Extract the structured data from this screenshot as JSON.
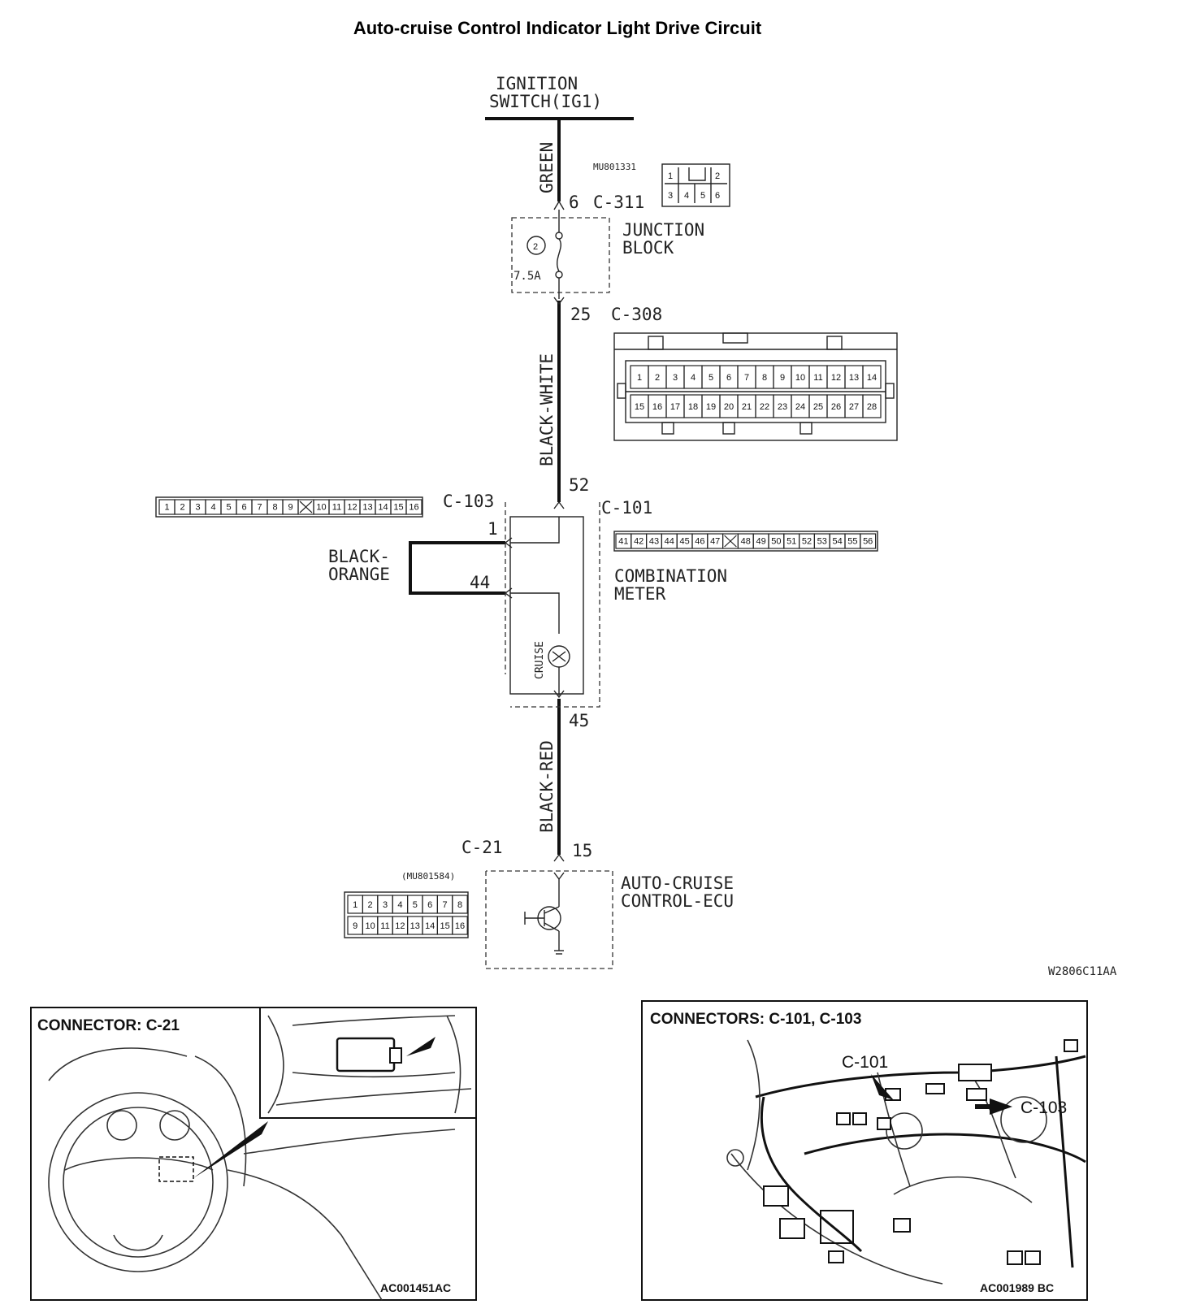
{
  "title": "Auto-cruise Control Indicator Light Drive Circuit",
  "ignition": {
    "line1": "IGNITION",
    "line2": "SWITCH(IG1)"
  },
  "wires": {
    "green": "GREEN",
    "black_white": "BLACK-WHITE",
    "black_orange_1": "BLACK-",
    "black_orange_2": "ORANGE",
    "black_red": "BLACK-RED"
  },
  "connectors": {
    "c311": {
      "pin": "6",
      "name": "C-311",
      "part": "MU801331",
      "pins": [
        "1",
        "2",
        "3",
        "4",
        "5",
        "6"
      ]
    },
    "c308": {
      "pin": "25",
      "name": "C-308",
      "row1": [
        "1",
        "2",
        "3",
        "4",
        "5",
        "6",
        "7",
        "8",
        "9",
        "10",
        "11",
        "12",
        "13",
        "14"
      ],
      "row2": [
        "15",
        "16",
        "17",
        "18",
        "19",
        "20",
        "21",
        "22",
        "23",
        "24",
        "25",
        "26",
        "27",
        "28"
      ]
    },
    "c101": {
      "pin_top": "52",
      "name": "C-101",
      "pin_bottom": "45",
      "pins": [
        "41",
        "42",
        "43",
        "44",
        "45",
        "46",
        "47",
        "",
        "48",
        "49",
        "50",
        "51",
        "52",
        "53",
        "54",
        "55",
        "56"
      ]
    },
    "c103": {
      "name": "C-103",
      "pin_a": "1",
      "pin_b": "44",
      "pins": [
        "1",
        "2",
        "3",
        "4",
        "5",
        "6",
        "7",
        "8",
        "9",
        "",
        "10",
        "11",
        "12",
        "13",
        "14",
        "15",
        "16"
      ]
    },
    "c21": {
      "name": "C-21",
      "pin": "15",
      "part": "(MU801584)",
      "row1": [
        "1",
        "2",
        "3",
        "4",
        "5",
        "6",
        "7",
        "8"
      ],
      "row2": [
        "9",
        "10",
        "11",
        "12",
        "13",
        "14",
        "15",
        "16"
      ]
    }
  },
  "components": {
    "junction_block": {
      "line1": "JUNCTION",
      "line2": "BLOCK",
      "fuse_no": "2",
      "fuse_rating": "7.5A"
    },
    "combination_meter": {
      "line1": "COMBINATION",
      "line2": "METER",
      "lamp": "CRUISE"
    },
    "ecu": {
      "line1": "AUTO-CRUISE",
      "line2": "CONTROL-ECU"
    }
  },
  "diagram_code": "W2806C11AA",
  "panels": {
    "left": {
      "heading": "CONNECTOR: C-21",
      "code": "AC001451AC"
    },
    "right": {
      "heading": "CONNECTORS: C-101, C-103",
      "label_c101": "C-101",
      "label_c103": "C-103",
      "code": "AC001989 BC"
    }
  }
}
